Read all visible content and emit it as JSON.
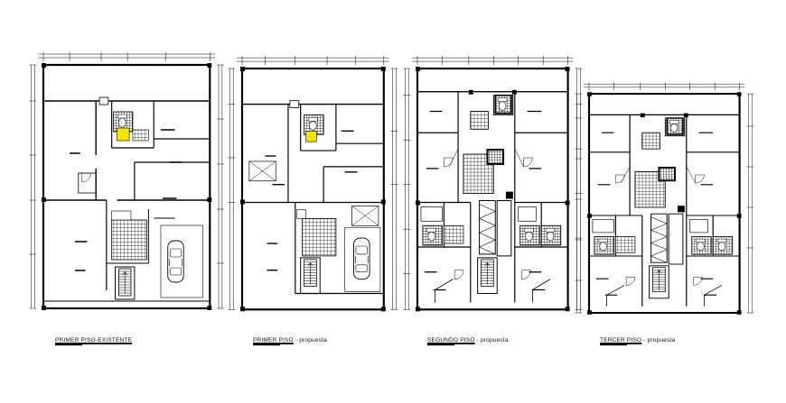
{
  "plans": [
    {
      "id": "primer-piso-existente",
      "title": "PRIMER PISO-EXISTENTE",
      "subtitle": "",
      "color": "#000000"
    },
    {
      "id": "primer-piso-propuesta",
      "title": "PRIMER PISO",
      "subtitle": " - propuesta",
      "color": "#000000"
    },
    {
      "id": "segundo-piso-propuesta",
      "title": "SEGUNDO PISO",
      "subtitle": " - propuesta",
      "color": "#000000"
    },
    {
      "id": "tercer-piso-propuesta",
      "title": "TERCER PISO",
      "subtitle": " - propuesta",
      "color": "#000000"
    }
  ],
  "icons": [
    "stair-icon",
    "car-icon",
    "toilet-icon",
    "door-swing-icon",
    "floor-tile-hatch-icon"
  ]
}
